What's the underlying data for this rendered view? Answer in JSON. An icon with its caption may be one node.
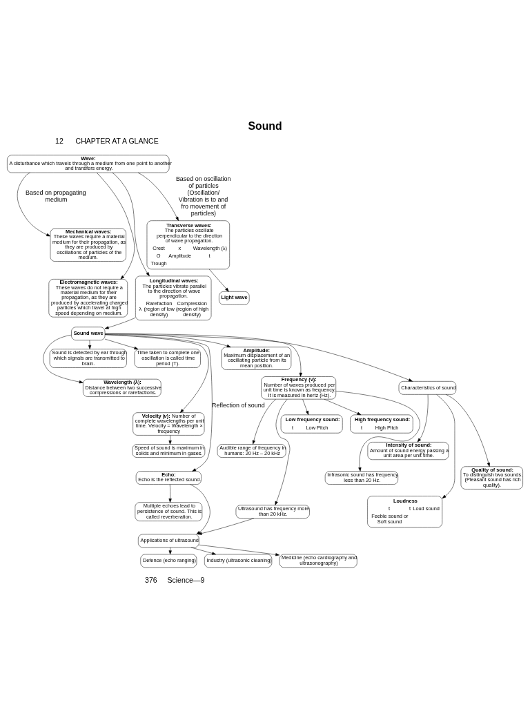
{
  "diagram": {
    "title": "Sound",
    "nodes": [
      {
        "text": [
          "**Wave:** A disturbance which travels through a medium from one point to another and transfers energy."
        ]
      },
      {
        "text": [
          "**Mechanical waves:** These waves require a material medium for their propagation, as they are produced by oscillations of particles of the medium."
        ]
      },
      {
        "text": [
          "**Electromagnetic waves:** These waves do not require a material medium for their propagation, as they are produced by accelerating charged particles which travel at high speed depending on medium."
        ]
      },
      {
        "text": [
          "**Transverse waves:** The particles oscillate perpendicular to the direction of wave propagation.",
          "Crest",
          "x",
          "Wavelength (λ)",
          "O",
          "Amplitude",
          "t",
          "Trough"
        ]
      },
      {
        "text": [
          "**Light wave**"
        ]
      },
      {
        "text": [
          "**Longitudinal waves:** The particles vibrate parallel to the direction of wave propagation.",
          "λ",
          "Rarefaction (region of low density)",
          "Compression (region of high density)"
        ]
      },
      {
        "text": [
          "**Frequency (ν):** Number of waves produced per unit time is known as frequency. It is measured in hertz (Hz)."
        ]
      },
      {
        "text": [
          "**Low frequency sound:**",
          "t",
          "Low Pitch"
        ]
      },
      {
        "text": [
          "**High frequency sound:**",
          "t",
          "High Pitch"
        ]
      },
      {
        "text": [
          "**Sound wave**"
        ]
      },
      {
        "text": [
          "Sound is detected by ear through which signals are transmitted to brain."
        ]
      },
      {
        "text": [
          "Time taken to complete one oscillation is called time period (T)."
        ]
      },
      {
        "text": [
          "**Wavelength (λ):** Distance between two successive compressions or rarefactions."
        ]
      },
      {
        "text": [
          "**Velocity (*v*):** Number of complete wavelengths per unit time. Velocity = Wavelength × frequency"
        ]
      },
      {
        "text": [
          "**Amplitude:** Maximum displacement of an oscillating particle from its mean position."
        ]
      },
      {
        "text": [
          "Characteristics of sound"
        ]
      },
      {
        "text": [
          "**Intensity of sound:** Amount of sound energy passing a unit area per unit time."
        ]
      },
      {
        "text": [
          "**Quality of sound:** To distinguish two sounds. (Pleasant sound has rich quality)."
        ]
      },
      {
        "text": [
          "Speed of sound is maximum in solids and minimum in gases."
        ]
      },
      {
        "text": [
          "**Loudness**",
          "t",
          "t",
          "Loud sound",
          "Feeble sound or Soft sound"
        ]
      },
      {
        "text": [
          "Audible range of frequency in humans: 20 Hz – 20 kHz"
        ]
      },
      {
        "text": [
          "Infrasonic sound has frequency less than 20 Hz."
        ]
      },
      {
        "text": [
          "Ultrasound has frequency more than 20 kHz."
        ]
      },
      {
        "text": [
          "**Echo:** Echo is the reflected sound."
        ]
      },
      {
        "text": [
          "Multiple echoes lead to persistence of sound. This is called reverberation."
        ]
      },
      {
        "text": [
          "Applications of ultrasound"
        ]
      },
      {
        "text": [
          "Defence (echo ranging)"
        ]
      },
      {
        "text": [
          "Industry (ultrasonic cleaning)"
        ]
      },
      {
        "text": [
          "Medicine (echo cardiography and ultrasonography)"
        ]
      }
    ],
    "edges": [
      {
        "from": 0,
        "to": 1,
        "arrow": "to",
        "label": "Based on propagating medium"
      },
      {
        "from": 0,
        "to": 2,
        "arrow": "to"
      },
      {
        "from": 0,
        "to": 3,
        "arrow": "to",
        "label": "Based on oscillation of particles (Oscillation/ Vibration is to and fro movement of particles)"
      },
      {
        "from": 0,
        "to": 5,
        "arrow": "to"
      },
      {
        "from": 3,
        "to": 4,
        "arrow": "to"
      },
      {
        "from": 5,
        "to": 9,
        "arrow": "to"
      },
      {
        "from": 9,
        "to": 6,
        "arrow": "to"
      },
      {
        "from": 6,
        "to": 7,
        "arrow": "to"
      },
      {
        "from": 6,
        "to": 8,
        "arrow": "to"
      },
      {
        "from": 9,
        "to": 10,
        "arrow": "to"
      },
      {
        "from": 9,
        "to": 11,
        "arrow": "to"
      },
      {
        "from": 9,
        "to": 12,
        "arrow": "to"
      },
      {
        "from": 9,
        "to": 13,
        "arrow": "to"
      },
      {
        "from": 9,
        "to": 23,
        "arrow": "to",
        "label": "Reflection of sound"
      },
      {
        "from": 9,
        "to": 14,
        "arrow": "to"
      },
      {
        "from": 9,
        "to": 15,
        "arrow": "to"
      },
      {
        "from": 15,
        "to": 16,
        "arrow": "to"
      },
      {
        "from": 15,
        "to": 17,
        "arrow": "to"
      },
      {
        "from": 15,
        "to": 19,
        "arrow": "to"
      },
      {
        "from": 13,
        "to": 18,
        "arrow": "to"
      },
      {
        "from": 6,
        "to": 20,
        "arrow": "to"
      },
      {
        "from": 6,
        "to": 21,
        "arrow": "to"
      },
      {
        "from": 6,
        "to": 22,
        "arrow": "to"
      },
      {
        "from": 23,
        "to": 24,
        "arrow": "to"
      },
      {
        "from": 23,
        "to": 25,
        "arrow": "to"
      },
      {
        "from": 22,
        "to": 25,
        "arrow": "to"
      },
      {
        "from": 25,
        "to": 26,
        "arrow": "to"
      },
      {
        "from": 25,
        "to": 27,
        "arrow": "to"
      },
      {
        "from": 25,
        "to": 28,
        "arrow": "to"
      }
    ],
    "labels": [
      "12",
      "CHAPTER AT A GLANCE",
      "376",
      "Science—9"
    ]
  }
}
